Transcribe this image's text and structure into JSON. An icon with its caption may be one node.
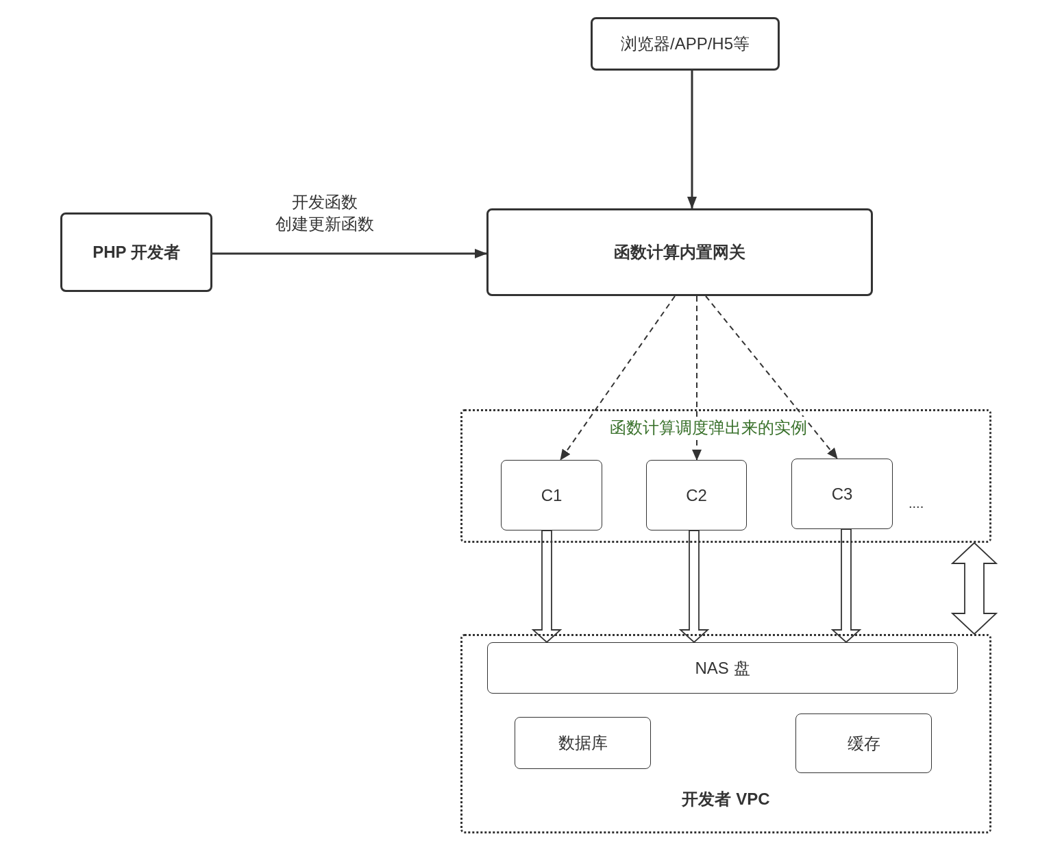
{
  "diagram": {
    "nodes": [
      {
        "text": [
          "浏览器/APP/H5等"
        ]
      },
      {
        "text": [
          "PHP 开发者"
        ]
      },
      {
        "text": [
          "函数计算内置网关"
        ]
      },
      {
        "text": [
          "函数计算调度弹出来的实例"
        ]
      },
      {
        "text": [
          "C1"
        ],
        "in": 3
      },
      {
        "text": [
          "C2"
        ],
        "in": 3
      },
      {
        "text": [
          "C3"
        ],
        "in": 3
      },
      {
        "text": [
          "开发者 VPC"
        ]
      },
      {
        "text": [
          "NAS 盘"
        ],
        "in": 7
      },
      {
        "text": [
          "数据库"
        ],
        "in": 7
      },
      {
        "text": [
          "缓存"
        ],
        "in": 7
      }
    ],
    "edges": [
      {
        "from": 0,
        "to": 2,
        "arrow": "to"
      },
      {
        "from": 1,
        "to": 2,
        "arrow": "to",
        "label": "开发函数创建更新函数"
      },
      {
        "from": 2,
        "to": 4,
        "arrow": "to",
        "style": "dashed"
      },
      {
        "from": 2,
        "to": 5,
        "arrow": "to",
        "style": "dashed"
      },
      {
        "from": 2,
        "to": 6,
        "arrow": "to",
        "style": "dashed"
      },
      {
        "from": 4,
        "to": 8,
        "arrow": "to",
        "style": "thick"
      },
      {
        "from": 5,
        "to": 8,
        "arrow": "to",
        "style": "thick"
      },
      {
        "from": 6,
        "to": 8,
        "arrow": "to",
        "style": "thick"
      },
      {
        "from": 3,
        "to": 7,
        "arrow": "both",
        "style": "thick"
      }
    ],
    "labels": [
      "...."
    ]
  }
}
